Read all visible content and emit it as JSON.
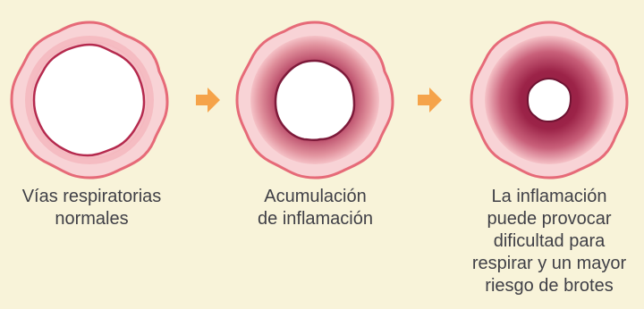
{
  "stages": [
    {
      "caption": "Vías respiratorias\nnormales",
      "inflammation_level": "none",
      "lumen": "wide"
    },
    {
      "caption": "Acumulación\nde inflamación",
      "inflammation_level": "moderate",
      "lumen": "narrowed"
    },
    {
      "caption": "La inflamación\npuede provocar\ndificultad para\nrespirar y un mayor\nriesgo de brotes",
      "inflammation_level": "severe",
      "lumen": "very narrow"
    }
  ],
  "colors": {
    "background": "#f8f3d9",
    "airway_wall": "#e66a78",
    "outer_ring": "#f7c9cd",
    "inflammation": "#9c2348",
    "arrow": "#f5a34a",
    "text": "#3f3f46"
  }
}
